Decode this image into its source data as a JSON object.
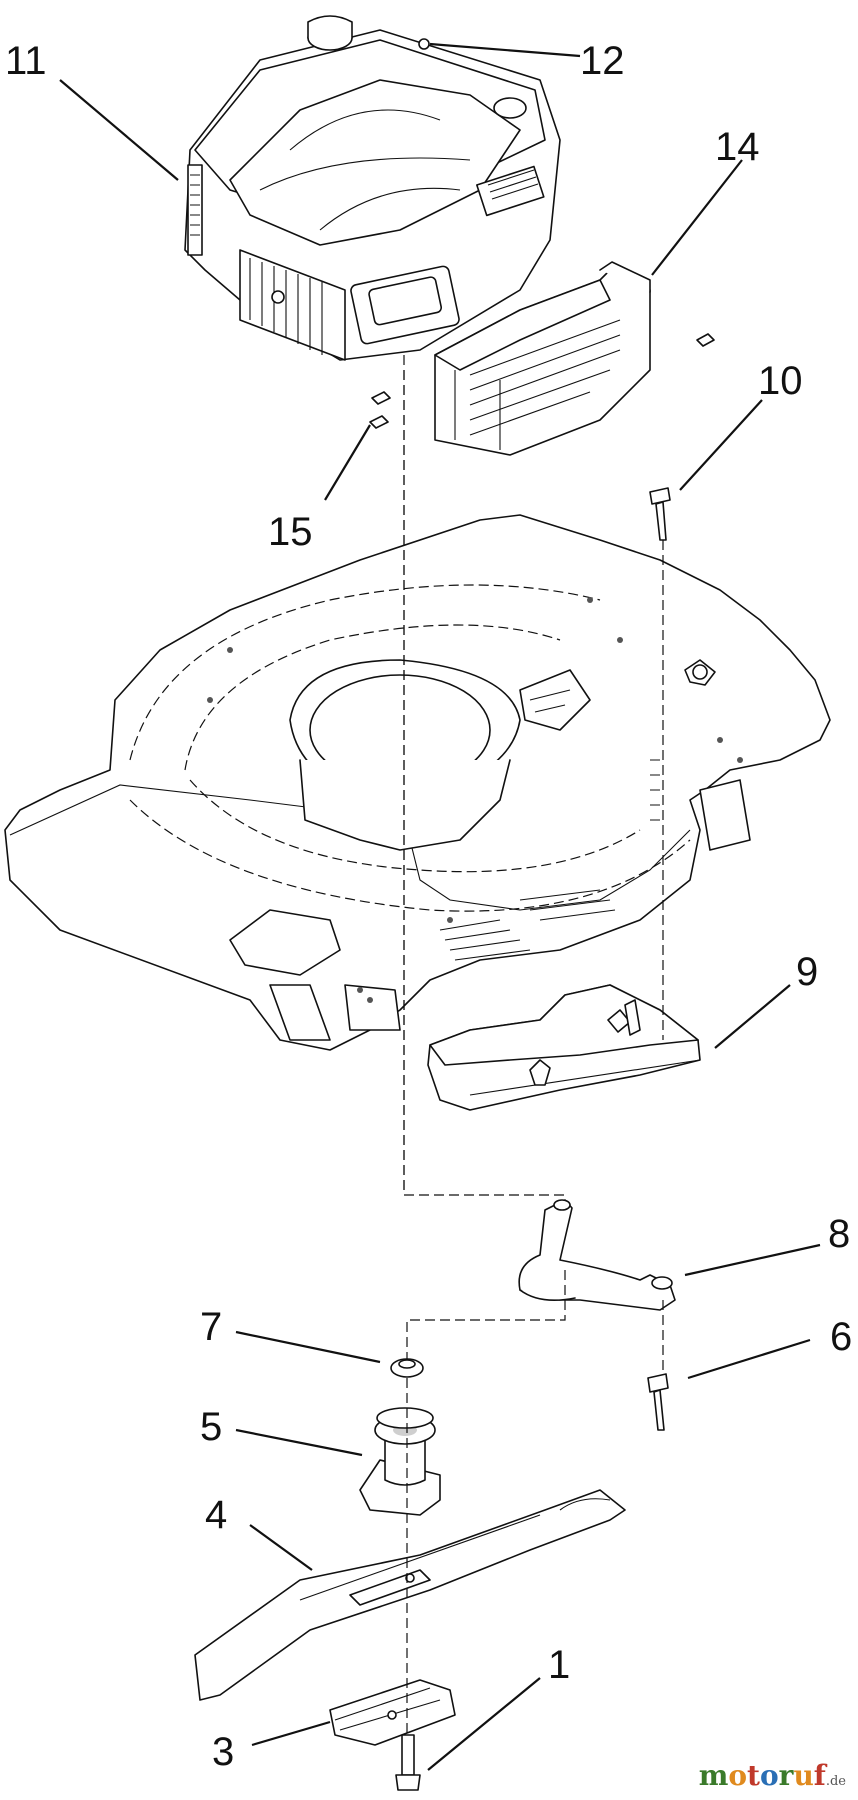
{
  "diagram": {
    "callouts": [
      "1",
      "3",
      "4",
      "5",
      "6",
      "7",
      "8",
      "9",
      "10",
      "11",
      "12",
      "14",
      "15"
    ]
  },
  "watermark": {
    "text": "motoruf",
    "suffix": ".de",
    "colors": [
      "#3a7a2a",
      "#e08a1e",
      "#c0392b",
      "#2a6fb5"
    ]
  }
}
